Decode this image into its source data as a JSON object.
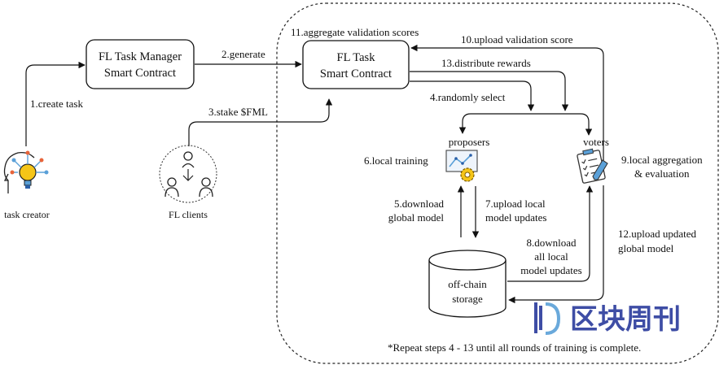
{
  "nodes": {
    "fl_task_manager": [
      "FL Task Manager",
      "Smart Contract"
    ],
    "fl_task": [
      "FL Task",
      "Smart Contract"
    ],
    "task_creator": "task creator",
    "fl_clients": "FL clients",
    "proposers": "proposers",
    "voters": "voters",
    "storage": [
      "off-chain",
      "storage"
    ]
  },
  "steps": {
    "s1": "1.create task",
    "s2": "2.generate",
    "s3": "3.stake $FML",
    "s4": "4.randomly select",
    "s5": [
      "5.download",
      "global model"
    ],
    "s6": "6.local training",
    "s7": [
      "7.upload local",
      "model updates"
    ],
    "s8": [
      "8.download",
      "all local",
      "model updates"
    ],
    "s9": [
      "9.local aggregation",
      "& evaluation"
    ],
    "s10": "10.upload validation score",
    "s11": "11.aggregate validation scores",
    "s12": [
      "12.upload updated",
      "global model"
    ],
    "s13": "13.distribute rewards"
  },
  "footnote": "*Repeat steps 4 - 13 until all rounds of training is complete.",
  "watermark": "区块周刊",
  "icons": {
    "task_creator": "lightbulb-head-icon",
    "fl_clients": "user-network-icon",
    "proposers": "gear-chart-icon",
    "voters": "checklist-clipboard-icon",
    "watermark_logo": "bracket-logo-icon"
  },
  "colors": {
    "line": "#111111",
    "watermark": "#2a3a9c",
    "icon_accent": "#5aa0d8",
    "icon_yellow": "#f5c518"
  }
}
